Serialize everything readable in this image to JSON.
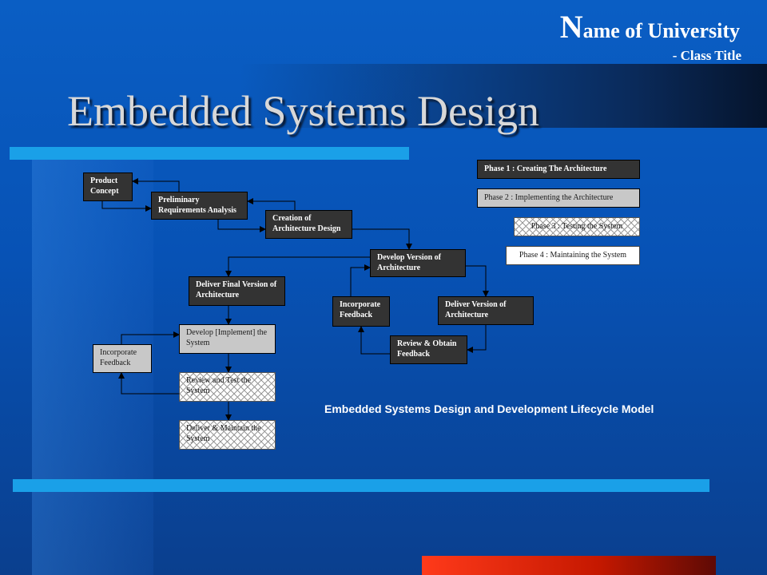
{
  "header": {
    "university_initial": "N",
    "university_rest": "ame of University",
    "class_title": "- Class Title"
  },
  "slide": {
    "title": "Embedded Systems Design",
    "caption": "Embedded Systems Design and Development Lifecycle Model"
  },
  "legend": [
    {
      "label": "Phase 1 : Creating The Architecture"
    },
    {
      "label": "Phase 2 : Implementing the Architecture"
    },
    {
      "label": "Phase 3 : Testing the System"
    },
    {
      "label": "Phase 4 : Maintaining the System"
    }
  ],
  "nodes": {
    "product_concept": "Product Concept",
    "prelim_requirements": "Preliminary Requirements Analysis",
    "creation_arch": "Creation of Architecture Design",
    "develop_version": "Develop Version of Architecture",
    "incorporate_feedback_1": "Incorporate Feedback",
    "deliver_version": "Deliver Version of Architecture",
    "review_obtain": "Review & Obtain Feedback",
    "deliver_final": "Deliver Final Version of Architecture",
    "develop_implement": "Develop [Implement] the System",
    "incorporate_feedback_2": "Incorporate Feedback",
    "review_test": "Review and Test the System",
    "deliver_maintain": "Deliver & Maintain the System"
  },
  "colors": {
    "phase1": "#333333",
    "phase2": "#c8c8c8",
    "phase3": "#ffffff",
    "phase4": "#ffffff",
    "accent_cyan": "#1aa0e8",
    "accent_red": "#c51800"
  }
}
